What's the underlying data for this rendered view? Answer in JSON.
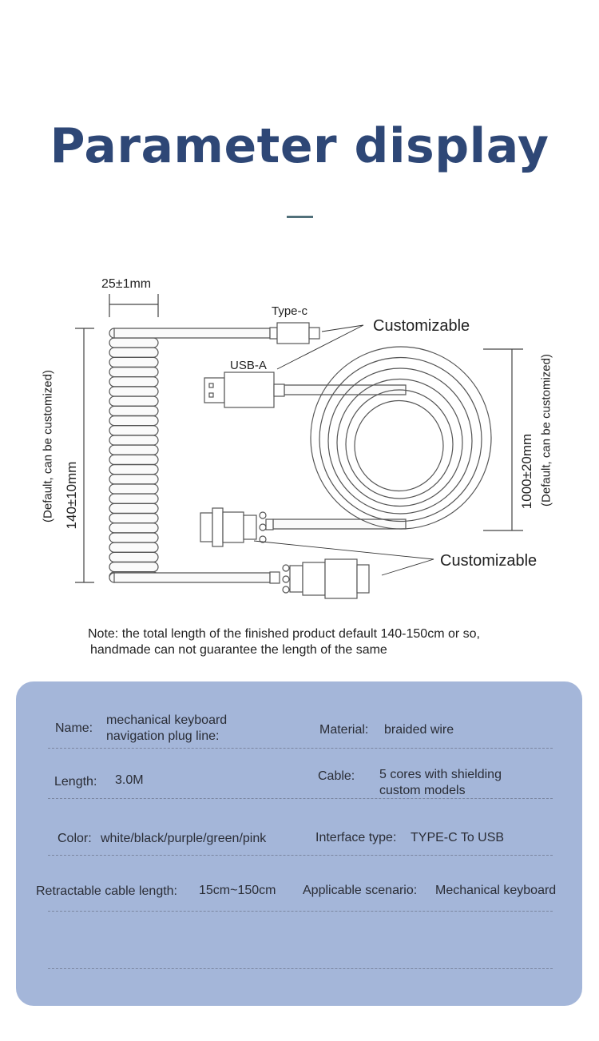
{
  "title": "Parameter display",
  "diagram": {
    "coil_width": "25±1mm",
    "type_c": "Type-c",
    "usb_a": "USB-A",
    "customizable_top": "Customizable",
    "customizable_bottom": "Customizable",
    "coil_length": "140±10mm",
    "coil_length_note": "(Default, can be customized)",
    "cable_length": "1000±20mm",
    "cable_length_note": "(Default, can be customized)"
  },
  "note": {
    "line1": "Note: the total length of the finished product default 140-150cm or so,",
    "line2": "handmade can not guarantee the length of the same"
  },
  "specs": {
    "name_label": "Name:",
    "name_value_1": "mechanical keyboard",
    "name_value_2": "navigation plug line:",
    "material_label": "Material:",
    "material_value": "braided wire",
    "length_label": "Length:",
    "length_value": "3.0M",
    "cable_label": "Cable:",
    "cable_value_1": "5 cores with shielding",
    "cable_value_2": "custom models",
    "color_label": "Color:",
    "color_value": "white/black/purple/green/pink",
    "interface_label": "Interface type:",
    "interface_value": "TYPE-C To USB",
    "retract_label": "Retractable cable length:",
    "retract_value": "15cm~150cm",
    "scenario_label": "Applicable scenario:",
    "scenario_value": "Mechanical keyboard"
  },
  "colors": {
    "title": "#2e4776",
    "panel": "#a4b6d9",
    "accent": "#51707a"
  }
}
